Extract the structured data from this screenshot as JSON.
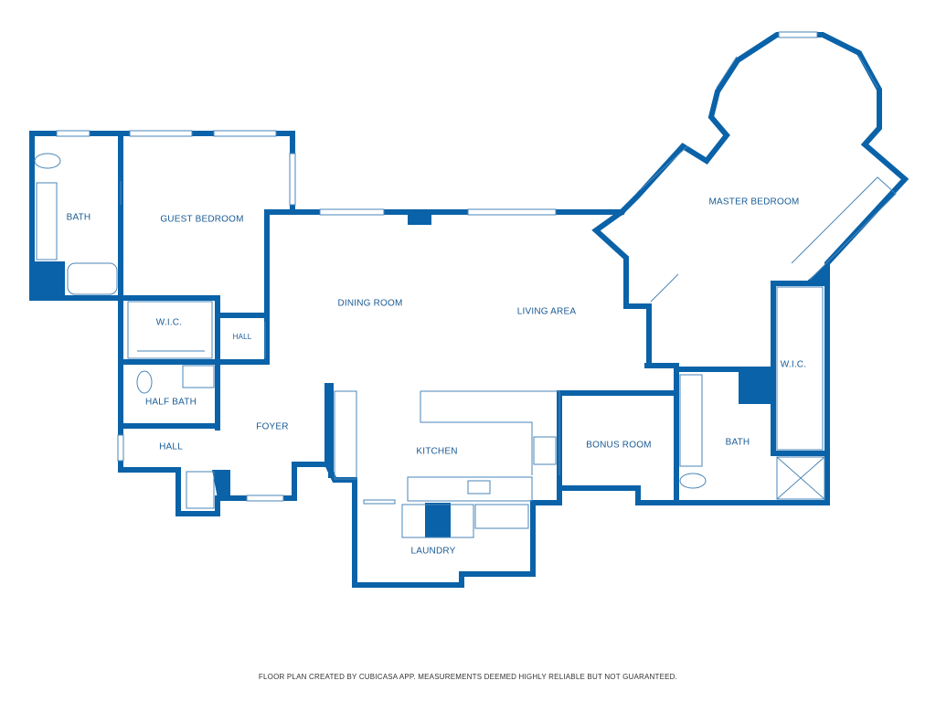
{
  "colors": {
    "wall": "#0a62a8",
    "label": "#1a5b94",
    "background": "#ffffff"
  },
  "rooms": {
    "bath_west": "BATH",
    "guest_bedroom": "GUEST BEDROOM",
    "wic_west": "W.I.C.",
    "hall_small": "HALL",
    "dining_room": "DINING ROOM",
    "living_area": "LIVING AREA",
    "master_bedroom": "MASTER BEDROOM",
    "half_bath": "HALF BATH",
    "foyer": "FOYER",
    "hall_west": "HALL",
    "kitchen": "KITCHEN",
    "bonus_room": "BONUS ROOM",
    "bath_east": "BATH",
    "wic_east": "W.I.C.",
    "laundry": "LAUNDRY"
  },
  "footer": "FLOOR PLAN CREATED BY CUBICASA APP. MEASUREMENTS DEEMED HIGHLY RELIABLE BUT NOT GUARANTEED."
}
